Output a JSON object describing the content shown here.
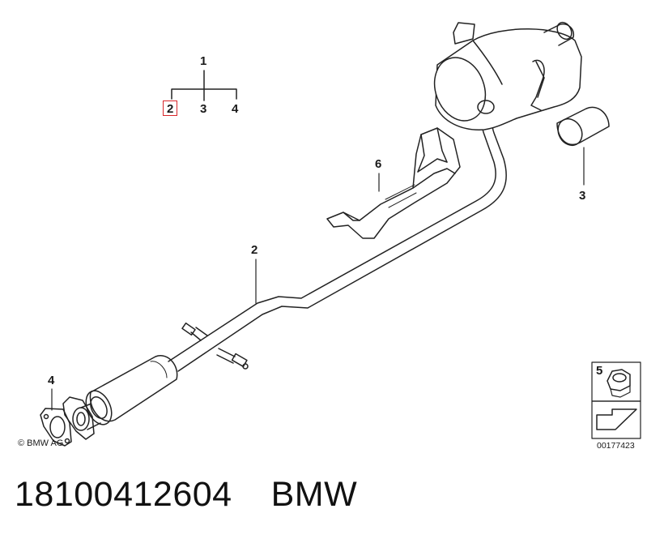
{
  "colors": {
    "highlight": "#d9262a",
    "line": "#222222",
    "fill_shade": "#dcdcdc"
  },
  "hierarchy": {
    "parent": "1",
    "children": [
      "2",
      "3",
      "4"
    ],
    "highlighted": "2"
  },
  "callouts": {
    "muffler_pipe": "2",
    "tail_pipe_trim": "3",
    "gasket": "4",
    "heat_shield": "6",
    "nut": "5"
  },
  "copyright": "© BMW AG",
  "doc_number": "00177423",
  "footer": {
    "part_number": "18100412604",
    "brand": "BMW"
  }
}
